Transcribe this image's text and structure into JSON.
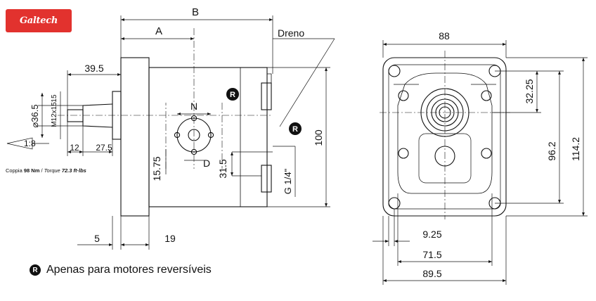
{
  "brand": {
    "logo_text": "Galtech"
  },
  "torque_note": {
    "label": "Coppia",
    "value": "98 Nm",
    "separator": " / ",
    "label_en": "Torque",
    "value_en": "72.3 ft·lbs"
  },
  "legend": {
    "badge": "R",
    "text": "Apenas para motores reversíveis"
  },
  "side_view": {
    "dim_A": "A",
    "dim_B": "B",
    "drain_label": "Dreno",
    "dim_39_5": "39.5",
    "dim_15": "15",
    "thread": "M12x15",
    "dim_36_5": "⌀36.5",
    "taper": "1:8",
    "dim_12": "12",
    "dim_27_5": "27.5",
    "port_N": "N",
    "port_D": "D",
    "dim_15_75": "15.75",
    "dim_31_5": "31.5",
    "port_G": "G 1/4\"",
    "dim_100": "100",
    "dim_5": "5",
    "dim_19": "19",
    "badge_R": "R"
  },
  "front_view": {
    "dim_88": "88",
    "dim_32_25": "32.25",
    "dim_96_2": "96.2",
    "dim_114_2": "114.2",
    "dim_9_25": "9.25",
    "dim_71_5": "71.5",
    "dim_89_5": "89.5"
  }
}
